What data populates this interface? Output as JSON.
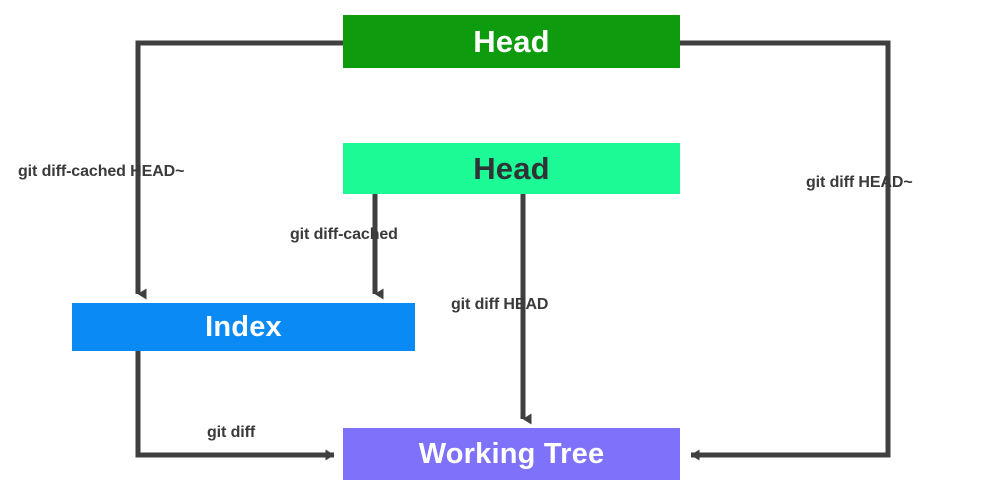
{
  "diagram": {
    "title": "git diff comparison targets",
    "colors": {
      "wire": "#3f3f3f",
      "head_prev": "#0e9c0e",
      "head": "#1cfa96",
      "index": "#0a8af5",
      "working_tree": "#7f72fa",
      "label_text": "#3a3a3a",
      "background": "#ffffff"
    },
    "nodes": [
      {
        "id": "head_prev",
        "label": "Head"
      },
      {
        "id": "head",
        "label": "Head"
      },
      {
        "id": "index",
        "label": "Index"
      },
      {
        "id": "working_tree",
        "label": "Working Tree"
      }
    ],
    "edges": [
      {
        "id": "diff_cached_head_prev",
        "label": "git diff-cached HEAD~",
        "from": "head_prev",
        "to": "index"
      },
      {
        "id": "diff_head_prev",
        "label": "git diff HEAD~",
        "from": "head_prev",
        "to": "working_tree"
      },
      {
        "id": "diff_cached",
        "label": "git diff-cached",
        "from": "head",
        "to": "index"
      },
      {
        "id": "diff_head",
        "label": "git diff HEAD",
        "from": "head",
        "to": "working_tree"
      },
      {
        "id": "diff",
        "label": "git diff",
        "from": "index",
        "to": "working_tree"
      }
    ]
  }
}
